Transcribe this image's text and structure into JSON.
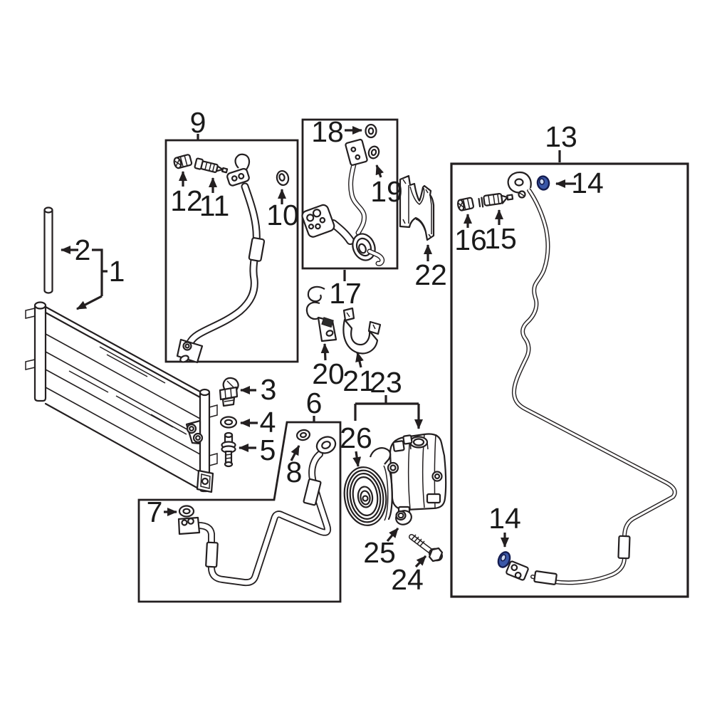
{
  "page": {
    "background": "#ffffff"
  },
  "colors": {
    "line": "#231f20",
    "label_text": "#1a1a1a",
    "highlight_fill": "#3a57a8",
    "highlight_stroke": "#141c4f",
    "highlight_inner": "#ccd8ef"
  },
  "diagram": {
    "kind": "exploded-parts-diagram",
    "subject": "A/C system: condenser, refrigerant hoses, lines and compressor with numbered callouts",
    "highlighted_part_numbers": [
      "14"
    ],
    "visible_part_numbers": [
      "1",
      "2",
      "3",
      "4",
      "5",
      "6",
      "7",
      "8",
      "9",
      "10",
      "11",
      "12",
      "13",
      "14",
      "15",
      "16",
      "17",
      "18",
      "19",
      "20",
      "21",
      "22",
      "23",
      "24",
      "25",
      "26"
    ]
  },
  "labels": {
    "l1": "1",
    "l2": "2",
    "l3": "3",
    "l4": "4",
    "l5": "5",
    "l6": "6",
    "l7": "7",
    "l8": "8",
    "l9": "9",
    "l10": "10",
    "l11": "11",
    "l12": "12",
    "l13": "13",
    "l14a": "14",
    "l14b": "14",
    "l15": "15",
    "l16": "16",
    "l17": "17",
    "l18": "18",
    "l19": "19",
    "l20": "20",
    "l21": "21",
    "l22": "22",
    "l23": "23",
    "l24": "24",
    "l25": "25",
    "l26": "26"
  }
}
